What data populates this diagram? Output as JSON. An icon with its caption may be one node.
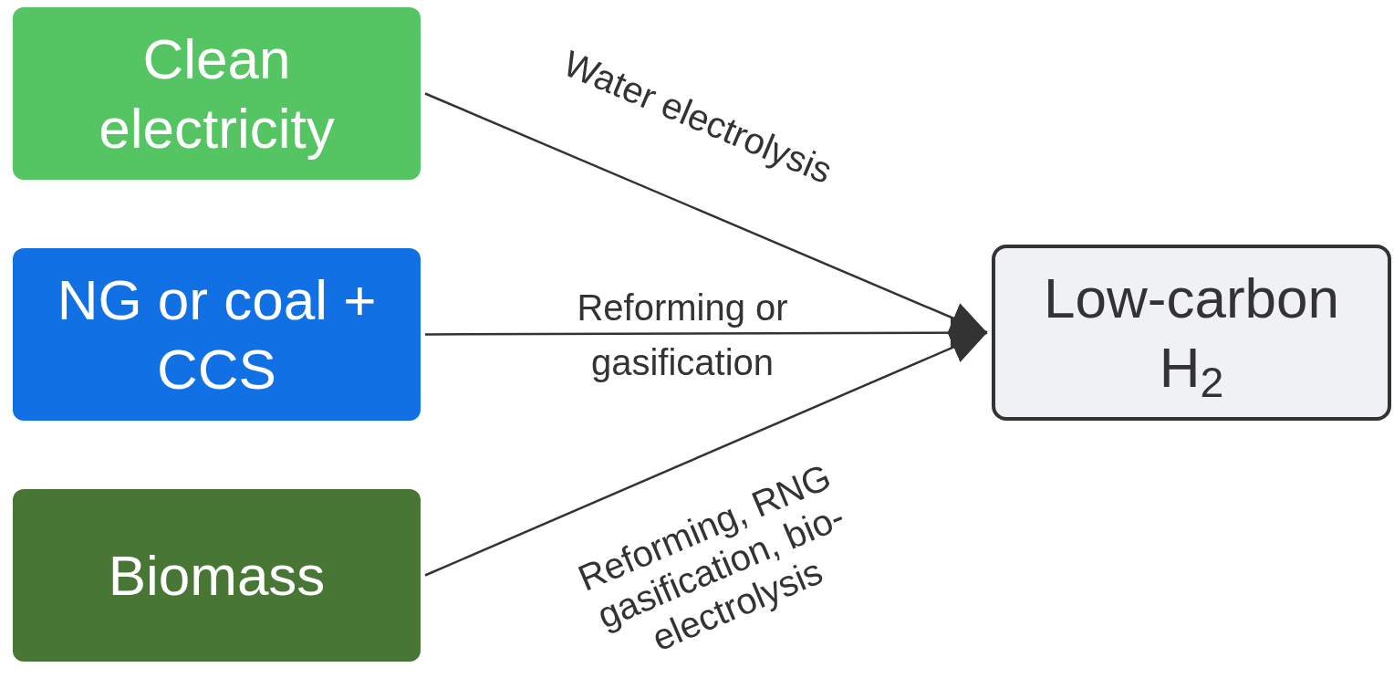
{
  "diagram": {
    "nodes": [
      {
        "text": [
          "Clean electricity"
        ]
      },
      {
        "text": [
          "NG or coal + CCS"
        ]
      },
      {
        "text": [
          "Biomass"
        ]
      },
      {
        "text": [
          "Low-carbon H$_{2}$"
        ]
      }
    ],
    "edges": [
      {
        "from": 0,
        "to": 3,
        "arrow": "to",
        "label": "Water electrolysis"
      },
      {
        "from": 1,
        "to": 3,
        "arrow": "to",
        "label": "Reforming or gasification"
      },
      {
        "from": 2,
        "to": 3,
        "arrow": "to",
        "label": "Reforming, RNG gasification, bio-electrolysis"
      }
    ]
  }
}
